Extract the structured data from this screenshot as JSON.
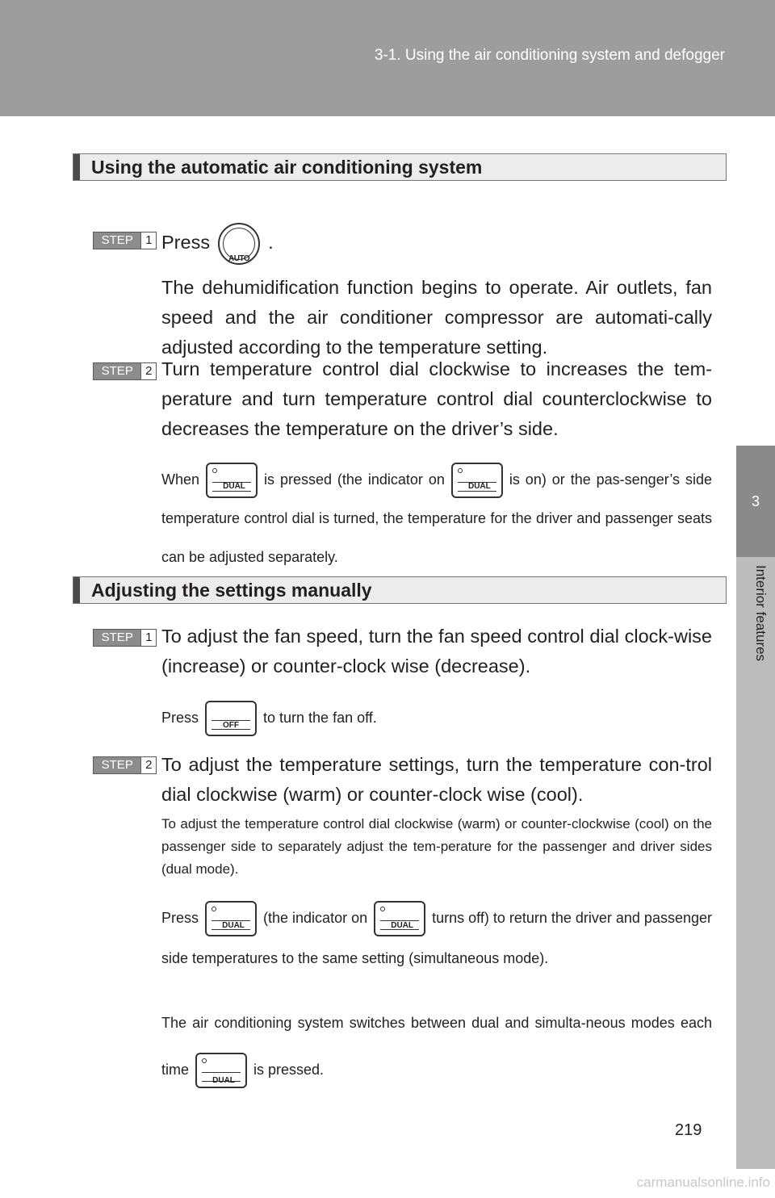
{
  "header": {
    "section_title": "3-1. Using the air conditioning system and defogger"
  },
  "side_tab": {
    "chapter_number": "3",
    "chapter_label": "Interior features"
  },
  "auto_section": {
    "heading": "Using the automatic air conditioning system",
    "step1": {
      "badge_word": "STEP",
      "badge_num": "1",
      "press_text": "Press",
      "after_icon": ".",
      "button_label": "AUTO",
      "description": "The dehumidification function begins to operate. Air outlets, fan speed and the air conditioner compressor are automati-cally adjusted according to the temperature setting."
    },
    "step2": {
      "badge_word": "STEP",
      "badge_num": "2",
      "text": "Turn temperature control dial clockwise to increases the tem-perature and turn temperature control dial counterclockwise to decreases the temperature on the driver’s side.",
      "note_part1": "When",
      "note_part2": "is pressed (the indicator on",
      "note_part3": "is on) or the pas-senger’s side temperature control dial is turned, the temperature for the driver and passenger seats can be adjusted separately.",
      "dual_label": "DUAL"
    }
  },
  "manual_section": {
    "heading": "Adjusting the settings manually",
    "step1": {
      "badge_word": "STEP",
      "badge_num": "1",
      "text": "To adjust the fan speed, turn the fan speed control dial clock-wise (increase) or counter-clock wise (decrease).",
      "note_part1": "Press",
      "note_part2": "to turn the fan off.",
      "off_label": "OFF"
    },
    "step2": {
      "badge_word": "STEP",
      "badge_num": "2",
      "text": "To adjust the temperature settings, turn the temperature con-trol dial clockwise (warm) or counter-clock wise (cool).",
      "note1": "To adjust the temperature control dial clockwise (warm) or counter-clockwise (cool) on the passenger side to separately adjust the tem-perature for the passenger and driver sides (dual mode).",
      "note2_part1": "Press",
      "note2_part2": "(the indicator on",
      "note2_part3": "turns off) to return the driver and passenger side temperatures to the same setting (simultaneous mode).",
      "note3_part1": "The air conditioning system switches between dual and simulta-neous modes each time",
      "note3_part2": "is pressed.",
      "dual_label": "DUAL"
    }
  },
  "page_number": "219",
  "watermark": "carmanualsonline.info"
}
